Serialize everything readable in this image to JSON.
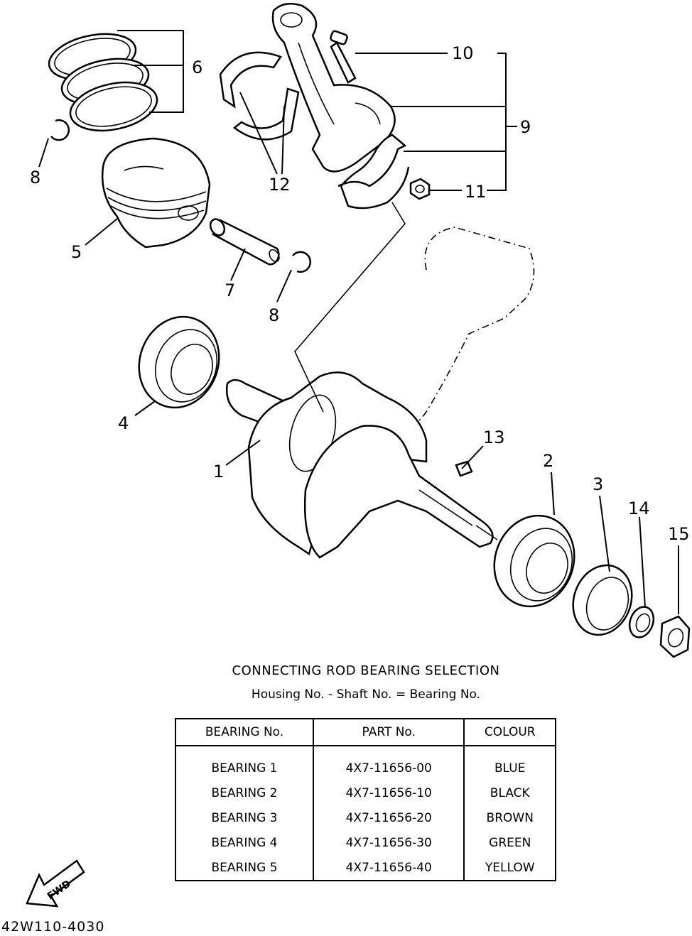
{
  "callouts": {
    "c1": "1",
    "c2": "2",
    "c3": "3",
    "c4": "4",
    "c5": "5",
    "c6": "6",
    "c7": "7",
    "c8a": "8",
    "c8b": "8",
    "c9": "9",
    "c10": "10",
    "c11": "11",
    "c12": "12",
    "c13": "13",
    "c14": "14",
    "c15": "15"
  },
  "fwd_label": "FWD",
  "selection": {
    "title": "CONNECTING ROD BEARING SELECTION",
    "formula": "Housing No. - Shaft No. = Bearing No.",
    "headers": [
      "BEARING No.",
      "PART No.",
      "COLOUR"
    ],
    "rows": [
      [
        "BEARING 1",
        "4X7-11656-00",
        "BLUE"
      ],
      [
        "BEARING 2",
        "4X7-11656-10",
        "BLACK"
      ],
      [
        "BEARING 3",
        "4X7-11656-20",
        "BROWN"
      ],
      [
        "BEARING 4",
        "4X7-11656-30",
        "GREEN"
      ],
      [
        "BEARING 5",
        "4X7-11656-40",
        "YELLOW"
      ]
    ]
  },
  "drawing_id": "42W110-4030"
}
